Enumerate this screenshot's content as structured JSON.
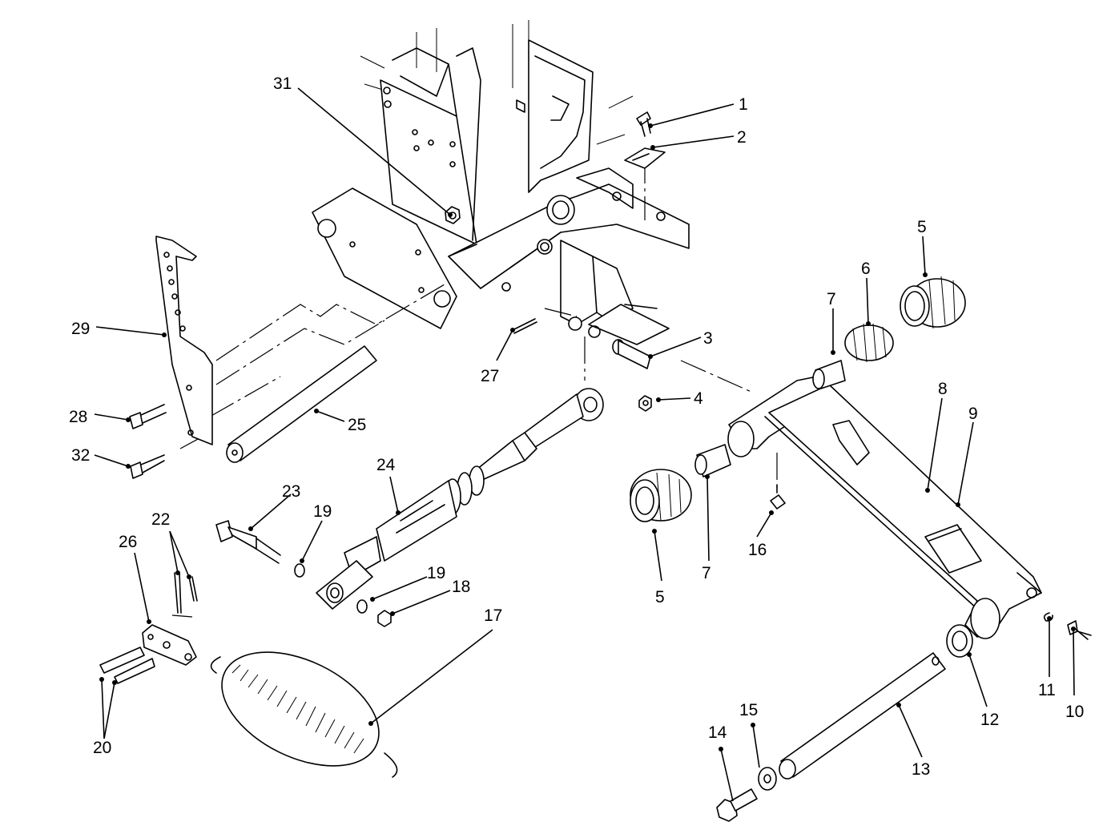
{
  "callouts": [
    {
      "id": "c1",
      "text": "1"
    },
    {
      "id": "c2",
      "text": "2"
    },
    {
      "id": "c3",
      "text": "3"
    },
    {
      "id": "c4",
      "text": "4"
    },
    {
      "id": "c5a",
      "text": "5"
    },
    {
      "id": "c5b",
      "text": "5"
    },
    {
      "id": "c6",
      "text": "6"
    },
    {
      "id": "c7a",
      "text": "7"
    },
    {
      "id": "c7b",
      "text": "7"
    },
    {
      "id": "c8",
      "text": "8"
    },
    {
      "id": "c9",
      "text": "9"
    },
    {
      "id": "c10",
      "text": "10"
    },
    {
      "id": "c11",
      "text": "11"
    },
    {
      "id": "c12",
      "text": "12"
    },
    {
      "id": "c13",
      "text": "13"
    },
    {
      "id": "c14",
      "text": "14"
    },
    {
      "id": "c15",
      "text": "15"
    },
    {
      "id": "c16",
      "text": "16"
    },
    {
      "id": "c17",
      "text": "17"
    },
    {
      "id": "c18",
      "text": "18"
    },
    {
      "id": "c19a",
      "text": "19"
    },
    {
      "id": "c19b",
      "text": "19"
    },
    {
      "id": "c20",
      "text": "20"
    },
    {
      "id": "c22",
      "text": "22"
    },
    {
      "id": "c23",
      "text": "23"
    },
    {
      "id": "c24",
      "text": "24"
    },
    {
      "id": "c25",
      "text": "25"
    },
    {
      "id": "c26",
      "text": "26"
    },
    {
      "id": "c27",
      "text": "27"
    },
    {
      "id": "c28",
      "text": "28"
    },
    {
      "id": "c29",
      "text": "29"
    },
    {
      "id": "c31",
      "text": "31"
    },
    {
      "id": "c32",
      "text": "32"
    }
  ]
}
